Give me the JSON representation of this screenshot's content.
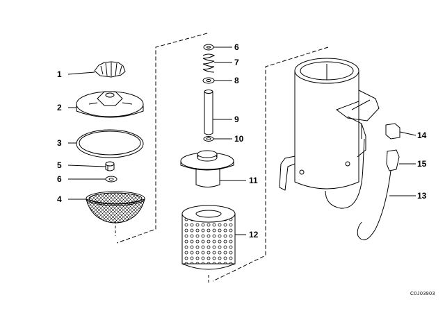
{
  "callouts": {
    "c1": "1",
    "c2": "2",
    "c3": "3",
    "c4": "4",
    "c5": "5",
    "c6a": "6",
    "c6b": "6",
    "c7": "7",
    "c8": "8",
    "c9": "9",
    "c10": "10",
    "c11": "11",
    "c12": "12",
    "c13": "13",
    "c14": "14",
    "c15": "15"
  },
  "catalog_number": "C0J03903",
  "colors": {
    "ink": "#000000",
    "paper": "#ffffff"
  }
}
